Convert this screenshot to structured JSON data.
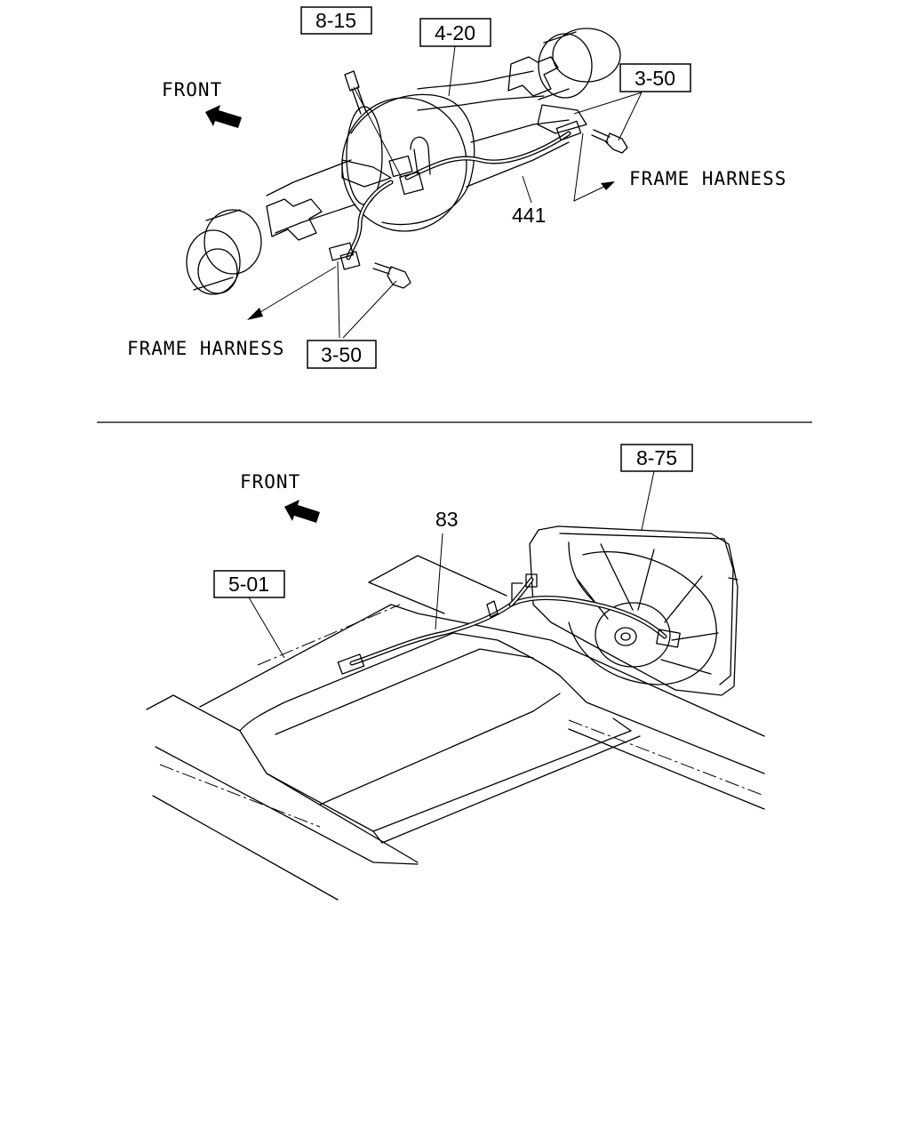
{
  "upper_diagram": {
    "front_label": "FRONT",
    "frame_harness_right": "FRAME HARNESS",
    "frame_harness_left": "FRAME HARNESS",
    "callout_8_15": "8-15",
    "callout_4_20": "4-20",
    "callout_3_50_right": "3-50",
    "callout_3_50_bottom": "3-50",
    "part_441": "441"
  },
  "lower_diagram": {
    "front_label": "FRONT",
    "callout_8_75": "8-75",
    "callout_5_01": "5-01",
    "part_83": "83"
  }
}
